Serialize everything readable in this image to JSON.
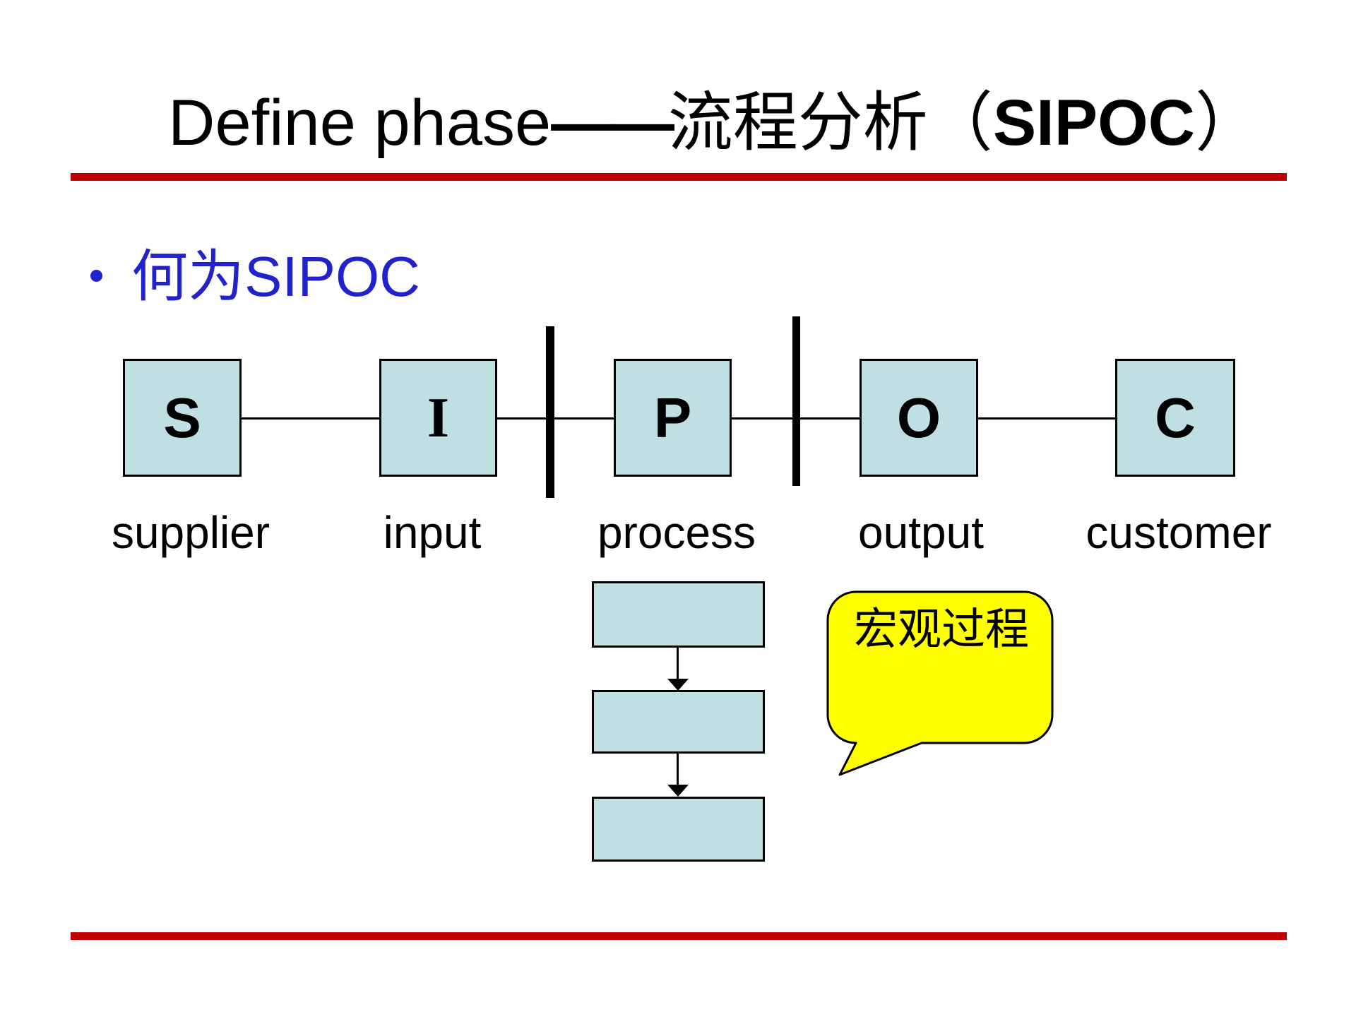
{
  "title": {
    "english": "Define phase",
    "dash": "——",
    "chinese": "流程分析",
    "paren_open": "（",
    "acronym": "SIPOC",
    "paren_close": "）"
  },
  "bullet": {
    "chinese": "何为",
    "acronym": "SIPOC"
  },
  "sipoc": {
    "boxes": [
      {
        "letter": "S",
        "label": "supplier"
      },
      {
        "letter": "I",
        "label": "input"
      },
      {
        "letter": "P",
        "label": "process"
      },
      {
        "letter": "O",
        "label": "output"
      },
      {
        "letter": "C",
        "label": "customer"
      }
    ]
  },
  "callout": {
    "text": "宏观过程"
  },
  "colors": {
    "rule_red": "#c00000",
    "bullet_blue": "#2222cc",
    "box_fill": "#c0dfe2",
    "callout_yellow": "#ffff00",
    "line_black": "#000000"
  }
}
